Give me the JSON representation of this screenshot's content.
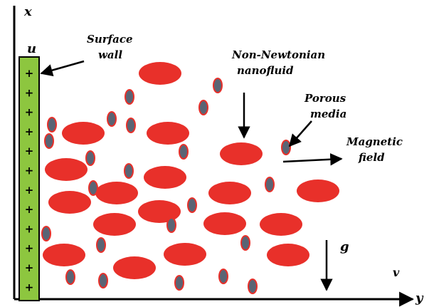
{
  "labels": {
    "axis_x": "x",
    "axis_y": "y",
    "u": "u",
    "v": "v",
    "g": "g",
    "surface_wall_line1": "Surface",
    "surface_wall_line2": "wall",
    "nanofluid_line1": "Non-Newtonian",
    "nanofluid_line2": "nanofluid",
    "porous_line1": "Porous",
    "porous_line2": "media",
    "magnetic_line1": "Magnetic",
    "magnetic_line2": "field"
  },
  "wall_symbol": "+",
  "wall_plus_count": 12,
  "colors": {
    "wall_fill": "#8dc63f",
    "nanoparticle_fill": "#e8302a",
    "pore_fill": "#5a6474",
    "pore_stroke": "#e8302a",
    "line": "#000000"
  }
}
